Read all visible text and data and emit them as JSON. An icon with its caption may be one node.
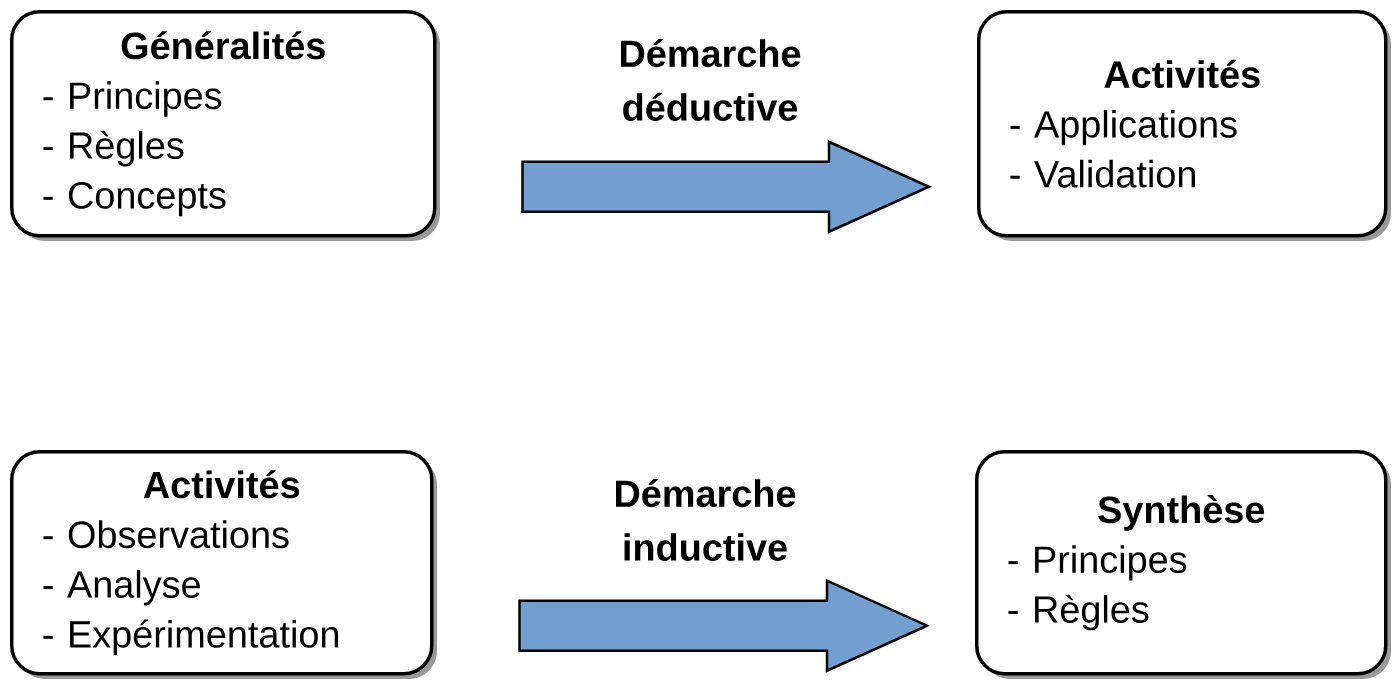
{
  "diagram": {
    "nodes": [
      {
        "text": [
          "Généralités",
          "- Principes",
          "- Règles",
          "- Concepts"
        ]
      },
      {
        "text": [
          "Activités",
          "- Applications",
          "- Validation"
        ]
      },
      {
        "text": [
          "Activités",
          "- Observations",
          "- Analyse",
          "- Expérimentation"
        ]
      },
      {
        "text": [
          "Synthèse",
          "- Principes",
          "- Règles"
        ]
      }
    ],
    "edges": [
      {
        "from": 0,
        "to": 1,
        "arrow": "to",
        "label": "Démarche déductive"
      },
      {
        "from": 2,
        "to": 3,
        "arrow": "to",
        "label": "Démarche inductive"
      }
    ]
  }
}
